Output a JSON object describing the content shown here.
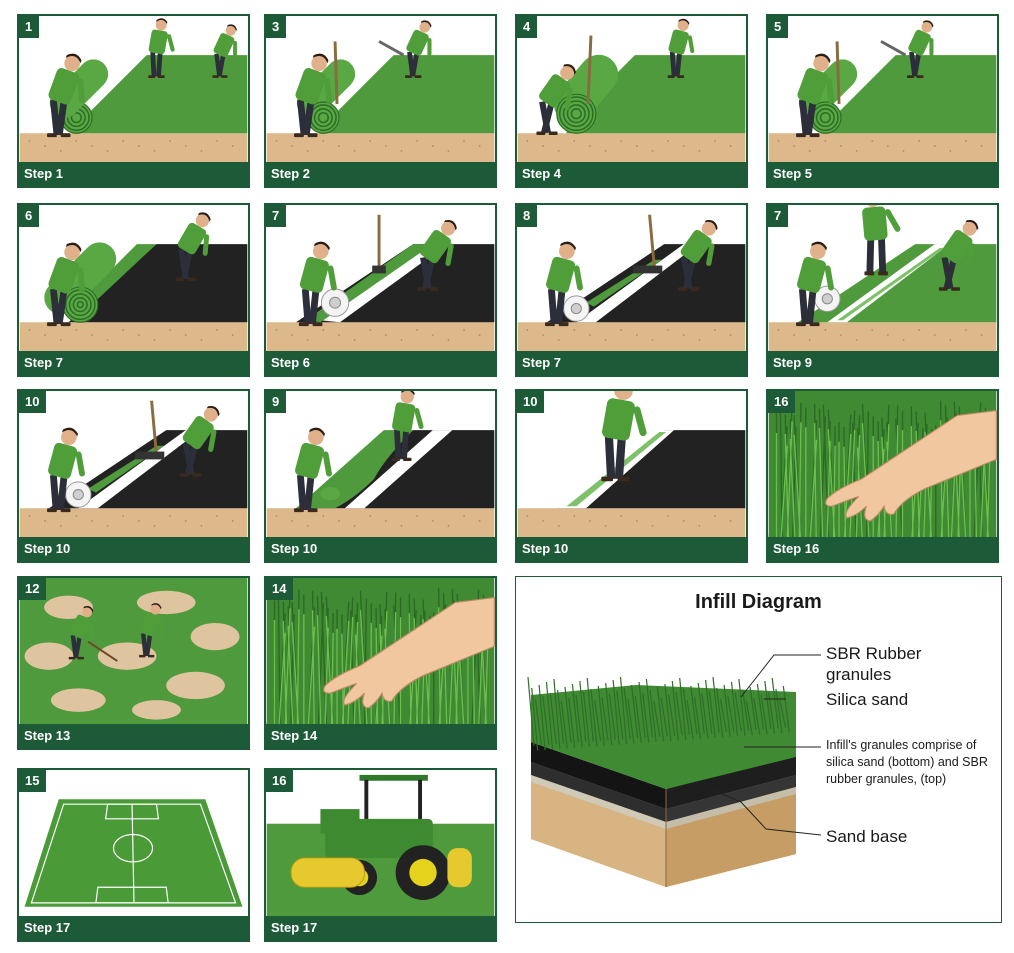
{
  "colors": {
    "brand_green": "#1d5a38",
    "turf_green": "#4e9a3c",
    "soil": "#dcb88a",
    "underlay": "#222222"
  },
  "panels": [
    {
      "number": "1",
      "caption": "Step 1",
      "scene": "roll-out-turf"
    },
    {
      "number": "3",
      "caption": "Step 2",
      "scene": "roll-with-tool"
    },
    {
      "number": "4",
      "caption": "Step 4",
      "scene": "kneel-roll"
    },
    {
      "number": "5",
      "caption": "Step 5",
      "scene": "roll-with-tool"
    },
    {
      "number": "6",
      "caption": "Step 7",
      "scene": "roll-over-underlay"
    },
    {
      "number": "7",
      "caption": "Step 6",
      "scene": "seam-tape-brush"
    },
    {
      "number": "8",
      "caption": "Step 7",
      "scene": "seam-tape-broom"
    },
    {
      "number": "7",
      "caption": "Step 9",
      "scene": "seam-glue-join"
    },
    {
      "number": "10",
      "caption": "Step 10",
      "scene": "seam-tape-broom"
    },
    {
      "number": "9",
      "caption": "Step 10",
      "scene": "fold-turf"
    },
    {
      "number": "10",
      "caption": "Step 10",
      "scene": "walk-seam"
    },
    {
      "number": "16",
      "caption": "Step 16",
      "scene": "hand-grass"
    },
    {
      "number": "12",
      "caption": "Step 13",
      "scene": "spread-infill"
    },
    {
      "number": "14",
      "caption": "Step 14",
      "scene": "hand-grass"
    },
    {
      "number": "15",
      "caption": "Step 17",
      "scene": "soccer-field"
    },
    {
      "number": "16",
      "caption": "Step 17",
      "scene": "tractor-brush"
    }
  ],
  "infill_diagram": {
    "title": "Infill Diagram",
    "labels": {
      "rubber": "SBR Rubber granules",
      "silica": "Silica sand",
      "note": "Infill's granules comprise of silica sand (bottom) and SBR rubber granules, (top)",
      "base": "Sand base"
    }
  }
}
